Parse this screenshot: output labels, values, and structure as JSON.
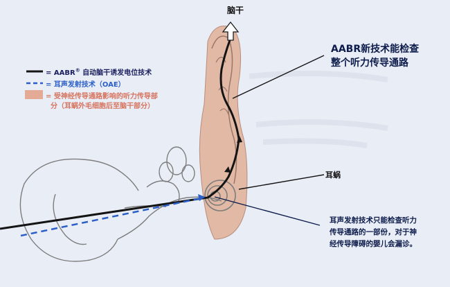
{
  "legend": {
    "aabr": {
      "prefix": "= ",
      "brand": "AABR",
      "mark": "®",
      "text": " 自动脑干诱发电位技术",
      "color": "#1b1f5e"
    },
    "oae": {
      "text": "= 耳声发射技术（OAE）",
      "color": "#2b5fc7"
    },
    "pathway": {
      "line1": "= 受神经传导通路影响的听力传导部",
      "line2": "分（耳蜗外毛细胞后至脑干部分）",
      "color": "#d7745e",
      "swatch": "#e3aa96"
    }
  },
  "labels": {
    "brainstem": "脑干",
    "cochlea": "耳蜗"
  },
  "callouts": {
    "aabr_title_1": "AABR新技术能检查",
    "aabr_title_2": "整个听力传导通路",
    "oae_note_1": "耳声发射技术只能检查听力",
    "oae_note_2": "传导通路的一部份，对于神",
    "oae_note_3": "经传导障碍的婴儿会漏诊。"
  },
  "colors": {
    "background": "#e9edf6",
    "pathway_fill": "#e2b9a5",
    "aabr_line": "#141414",
    "oae_line": "#2b5fc7",
    "text_dark": "#0d1c4b"
  }
}
